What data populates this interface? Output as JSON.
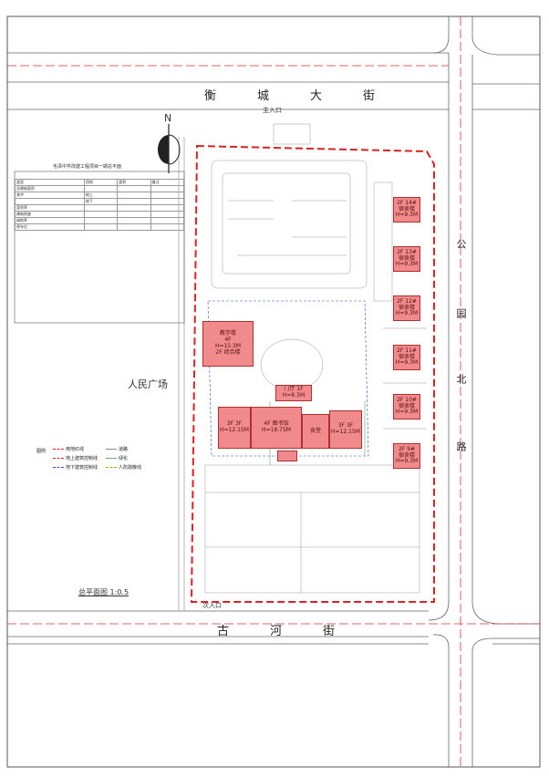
{
  "roads": {
    "north": [
      "衡",
      "城",
      "大",
      "街"
    ],
    "south": [
      "古",
      "河",
      "街"
    ],
    "east": [
      "公",
      "园",
      "北",
      "路"
    ],
    "main_entrance": "主入口",
    "side_entrance": "次入口",
    "plaza": "人民广场",
    "north_arrow": "N"
  },
  "table": {
    "title": "毛泽中学改建工程项目一期总平面",
    "rows": [
      [
        "类型",
        "用地",
        "面积",
        "备注"
      ],
      [
        "总建筑面积",
        "",
        "",
        ""
      ],
      [
        "其中",
        "地上",
        "",
        ""
      ],
      [
        "",
        "地下",
        "",
        ""
      ],
      [
        "容积率",
        "",
        "",
        ""
      ],
      [
        "建筑密度",
        "",
        "",
        ""
      ],
      [
        "绿地率",
        "",
        "",
        ""
      ],
      [
        "停车位",
        "",
        "",
        ""
      ]
    ]
  },
  "buildings": [
    {
      "id": "b1",
      "lines": [
        "2F 14#",
        "宿舍楼",
        "H=9.3M"
      ]
    },
    {
      "id": "b2",
      "lines": [
        "2F 13#",
        "宿舍楼",
        "H=9.3M"
      ]
    },
    {
      "id": "b3",
      "lines": [
        "2F 12#",
        "宿舍楼",
        "H=9.3M"
      ]
    },
    {
      "id": "b4",
      "lines": [
        "2F 11#",
        "宿舍楼",
        "H=9.3M"
      ]
    },
    {
      "id": "b5",
      "lines": [
        "2F 10#",
        "宿舍楼",
        "H=9.3M"
      ]
    },
    {
      "id": "b6",
      "lines": [
        "2F 9#",
        "宿舍楼",
        "H=9.3M"
      ]
    },
    {
      "id": "b7",
      "lines": [
        "教学楼",
        "4F",
        "H=15.3M",
        "2F 综合楼"
      ]
    },
    {
      "id": "b8",
      "lines": [
        "门厅 1F",
        "H=6.3M"
      ]
    },
    {
      "id": "b9",
      "lines": [
        "3F 3F",
        "H=12.15M"
      ]
    },
    {
      "id": "b10",
      "lines": [
        "4F 图书馆",
        "H=18.75M"
      ]
    },
    {
      "id": "b11",
      "lines": [
        "食堂"
      ]
    },
    {
      "id": "b12",
      "lines": [
        "3F 3F",
        "H=12.15M"
      ]
    }
  ],
  "legend": {
    "title": "图例",
    "items": [
      "用地红线",
      "地上建筑控制线",
      "地下建筑控制线",
      "道路",
      "绿化",
      "人防疏散线"
    ]
  },
  "caption": "总平面图 1:0.5"
}
